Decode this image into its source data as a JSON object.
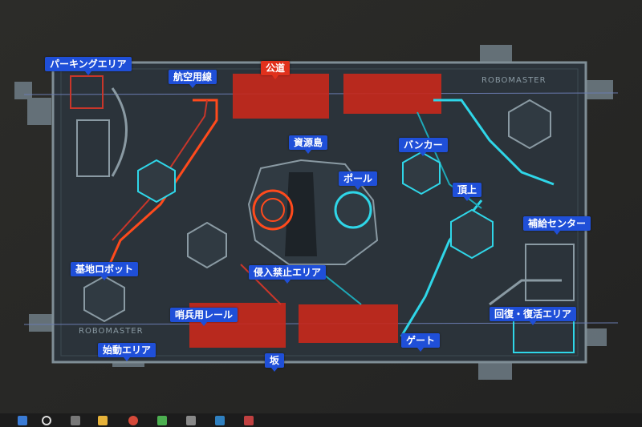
{
  "brand": "ROBOMASTER",
  "labels": {
    "parking": "パーキングエリア",
    "airlane": "航空用線",
    "publicroad": "公道",
    "resource_island": "資源島",
    "bunker": "バンカー",
    "pole": "ポール",
    "summit": "頂上",
    "supply": "補給センター",
    "base_robot": "基地ロボット",
    "no_entry": "侵入禁止エリア",
    "sentry_rail": "哨兵用レール",
    "recovery": "回復・復活エリア",
    "gate": "ゲート",
    "start_area": "始動エリア",
    "slope": "坂"
  },
  "colors": {
    "label_blue": "#1f4fd8",
    "label_red": "#e0311c",
    "field": "#2b333a",
    "cyan": "#2fd6e8",
    "orange": "#ff4a1c",
    "red_zone": "#c8281c"
  },
  "taskbar_icons": [
    "windows-icon",
    "search-icon",
    "task-view-icon",
    "folder-icon",
    "chrome-icon",
    "app-icon",
    "app-icon-2",
    "app-icon-3",
    "app-icon-4"
  ]
}
